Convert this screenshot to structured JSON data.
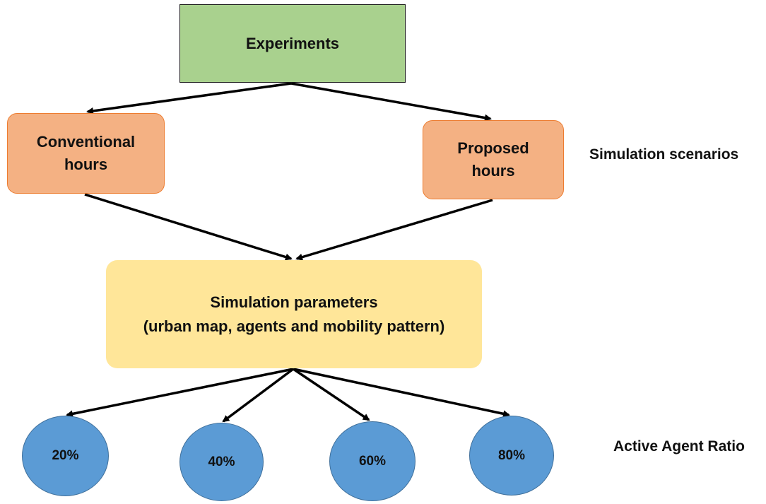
{
  "nodes": {
    "experiments": "Experiments",
    "conventional": [
      "Conventional",
      "hours"
    ],
    "proposed": [
      "Proposed",
      "hours"
    ],
    "parameters": [
      "Simulation parameters",
      "(urban map, agents and mobility pattern)"
    ]
  },
  "ratios": [
    "20%",
    "40%",
    "60%",
    "80%"
  ],
  "labels": {
    "scenarios": "Simulation scenarios",
    "ratio": "Active Agent Ratio"
  },
  "colors": {
    "experiments_fill": "#a9d18e",
    "scenario_fill": "#f4b183",
    "scenario_border": "#ed7d31",
    "parameters_fill": "#ffe699",
    "ratio_fill": "#5b9bd5",
    "arrow": "#000000"
  }
}
